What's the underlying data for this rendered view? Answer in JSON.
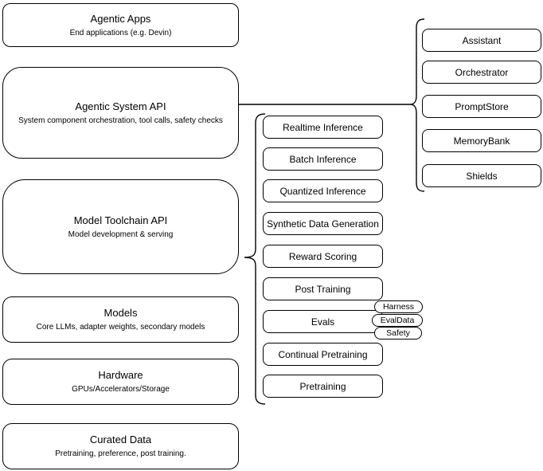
{
  "diagram": {
    "left_column": {
      "boxes": [
        {
          "title": "Agentic Apps",
          "subtitle": "End applications (e.g. Devin)"
        },
        {
          "title": "Agentic System API",
          "subtitle": "System component orchestration, tool calls, safety checks"
        },
        {
          "title": "Model Toolchain API",
          "subtitle": "Model development & serving"
        },
        {
          "title": "Models",
          "subtitle": "Core LLMs, adapter weights, secondary models"
        },
        {
          "title": "Hardware",
          "subtitle": "GPUs/Accelerators/Storage"
        },
        {
          "title": "Curated Data",
          "subtitle": "Pretraining, preference, post training."
        }
      ]
    },
    "toolchain_capabilities": {
      "items": [
        {
          "label": "Realtime Inference"
        },
        {
          "label": "Batch Inference"
        },
        {
          "label": "Quantized Inference"
        },
        {
          "label": "Synthetic Data Generation"
        },
        {
          "label": "Reward Scoring"
        },
        {
          "label": "Post Training"
        },
        {
          "label": "Evals"
        },
        {
          "label": "Continual Pretraining"
        },
        {
          "label": "Pretraining"
        }
      ],
      "eval_tags": [
        {
          "label": "Harness"
        },
        {
          "label": "EvalData"
        },
        {
          "label": "Safety"
        }
      ]
    },
    "system_components": {
      "items": [
        {
          "label": "Assistant"
        },
        {
          "label": "Orchestrator"
        },
        {
          "label": "PromptStore"
        },
        {
          "label": "MemoryBank"
        },
        {
          "label": "Shields"
        }
      ]
    },
    "colors": {
      "stroke": "#000000",
      "background": "#ffffff",
      "text": "#000000"
    }
  }
}
